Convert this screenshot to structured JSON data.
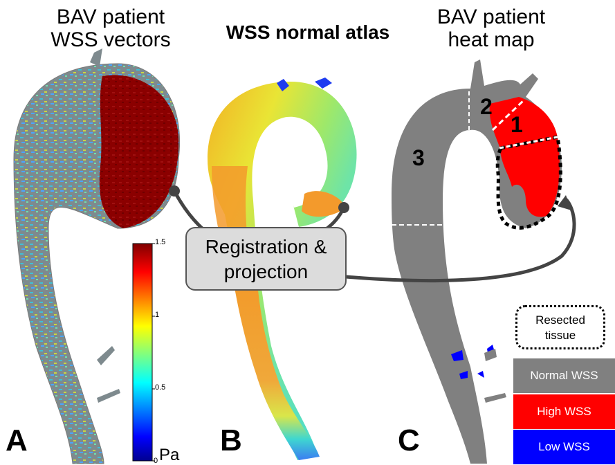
{
  "panels": {
    "a": {
      "title_line1": "BAV patient",
      "title_line2": "WSS vectors",
      "letter": "A"
    },
    "b": {
      "title": "WSS normal atlas",
      "letter": "B"
    },
    "c": {
      "title_line1": "BAV patient",
      "title_line2": "heat map",
      "letter": "C"
    }
  },
  "colorbar": {
    "ticks": [
      "1.5",
      "1",
      "0.5",
      "0"
    ],
    "unit": "Pa",
    "range": [
      0,
      1.5
    ]
  },
  "callout": {
    "line1": "Registration &",
    "line2": "projection"
  },
  "regions": [
    "1",
    "2",
    "3"
  ],
  "legend": {
    "resected_line1": "Resected",
    "resected_line2": "tissue",
    "items": [
      {
        "label": "Normal WSS",
        "color": "#808080"
      },
      {
        "label": "High WSS",
        "color": "#ff0000"
      },
      {
        "label": "Low WSS",
        "color": "#0000ff"
      }
    ]
  },
  "colors": {
    "vessel_gray": "#808080",
    "high_red": "#ff0000",
    "low_blue": "#0000ff",
    "dark_red": "#8b0000"
  }
}
